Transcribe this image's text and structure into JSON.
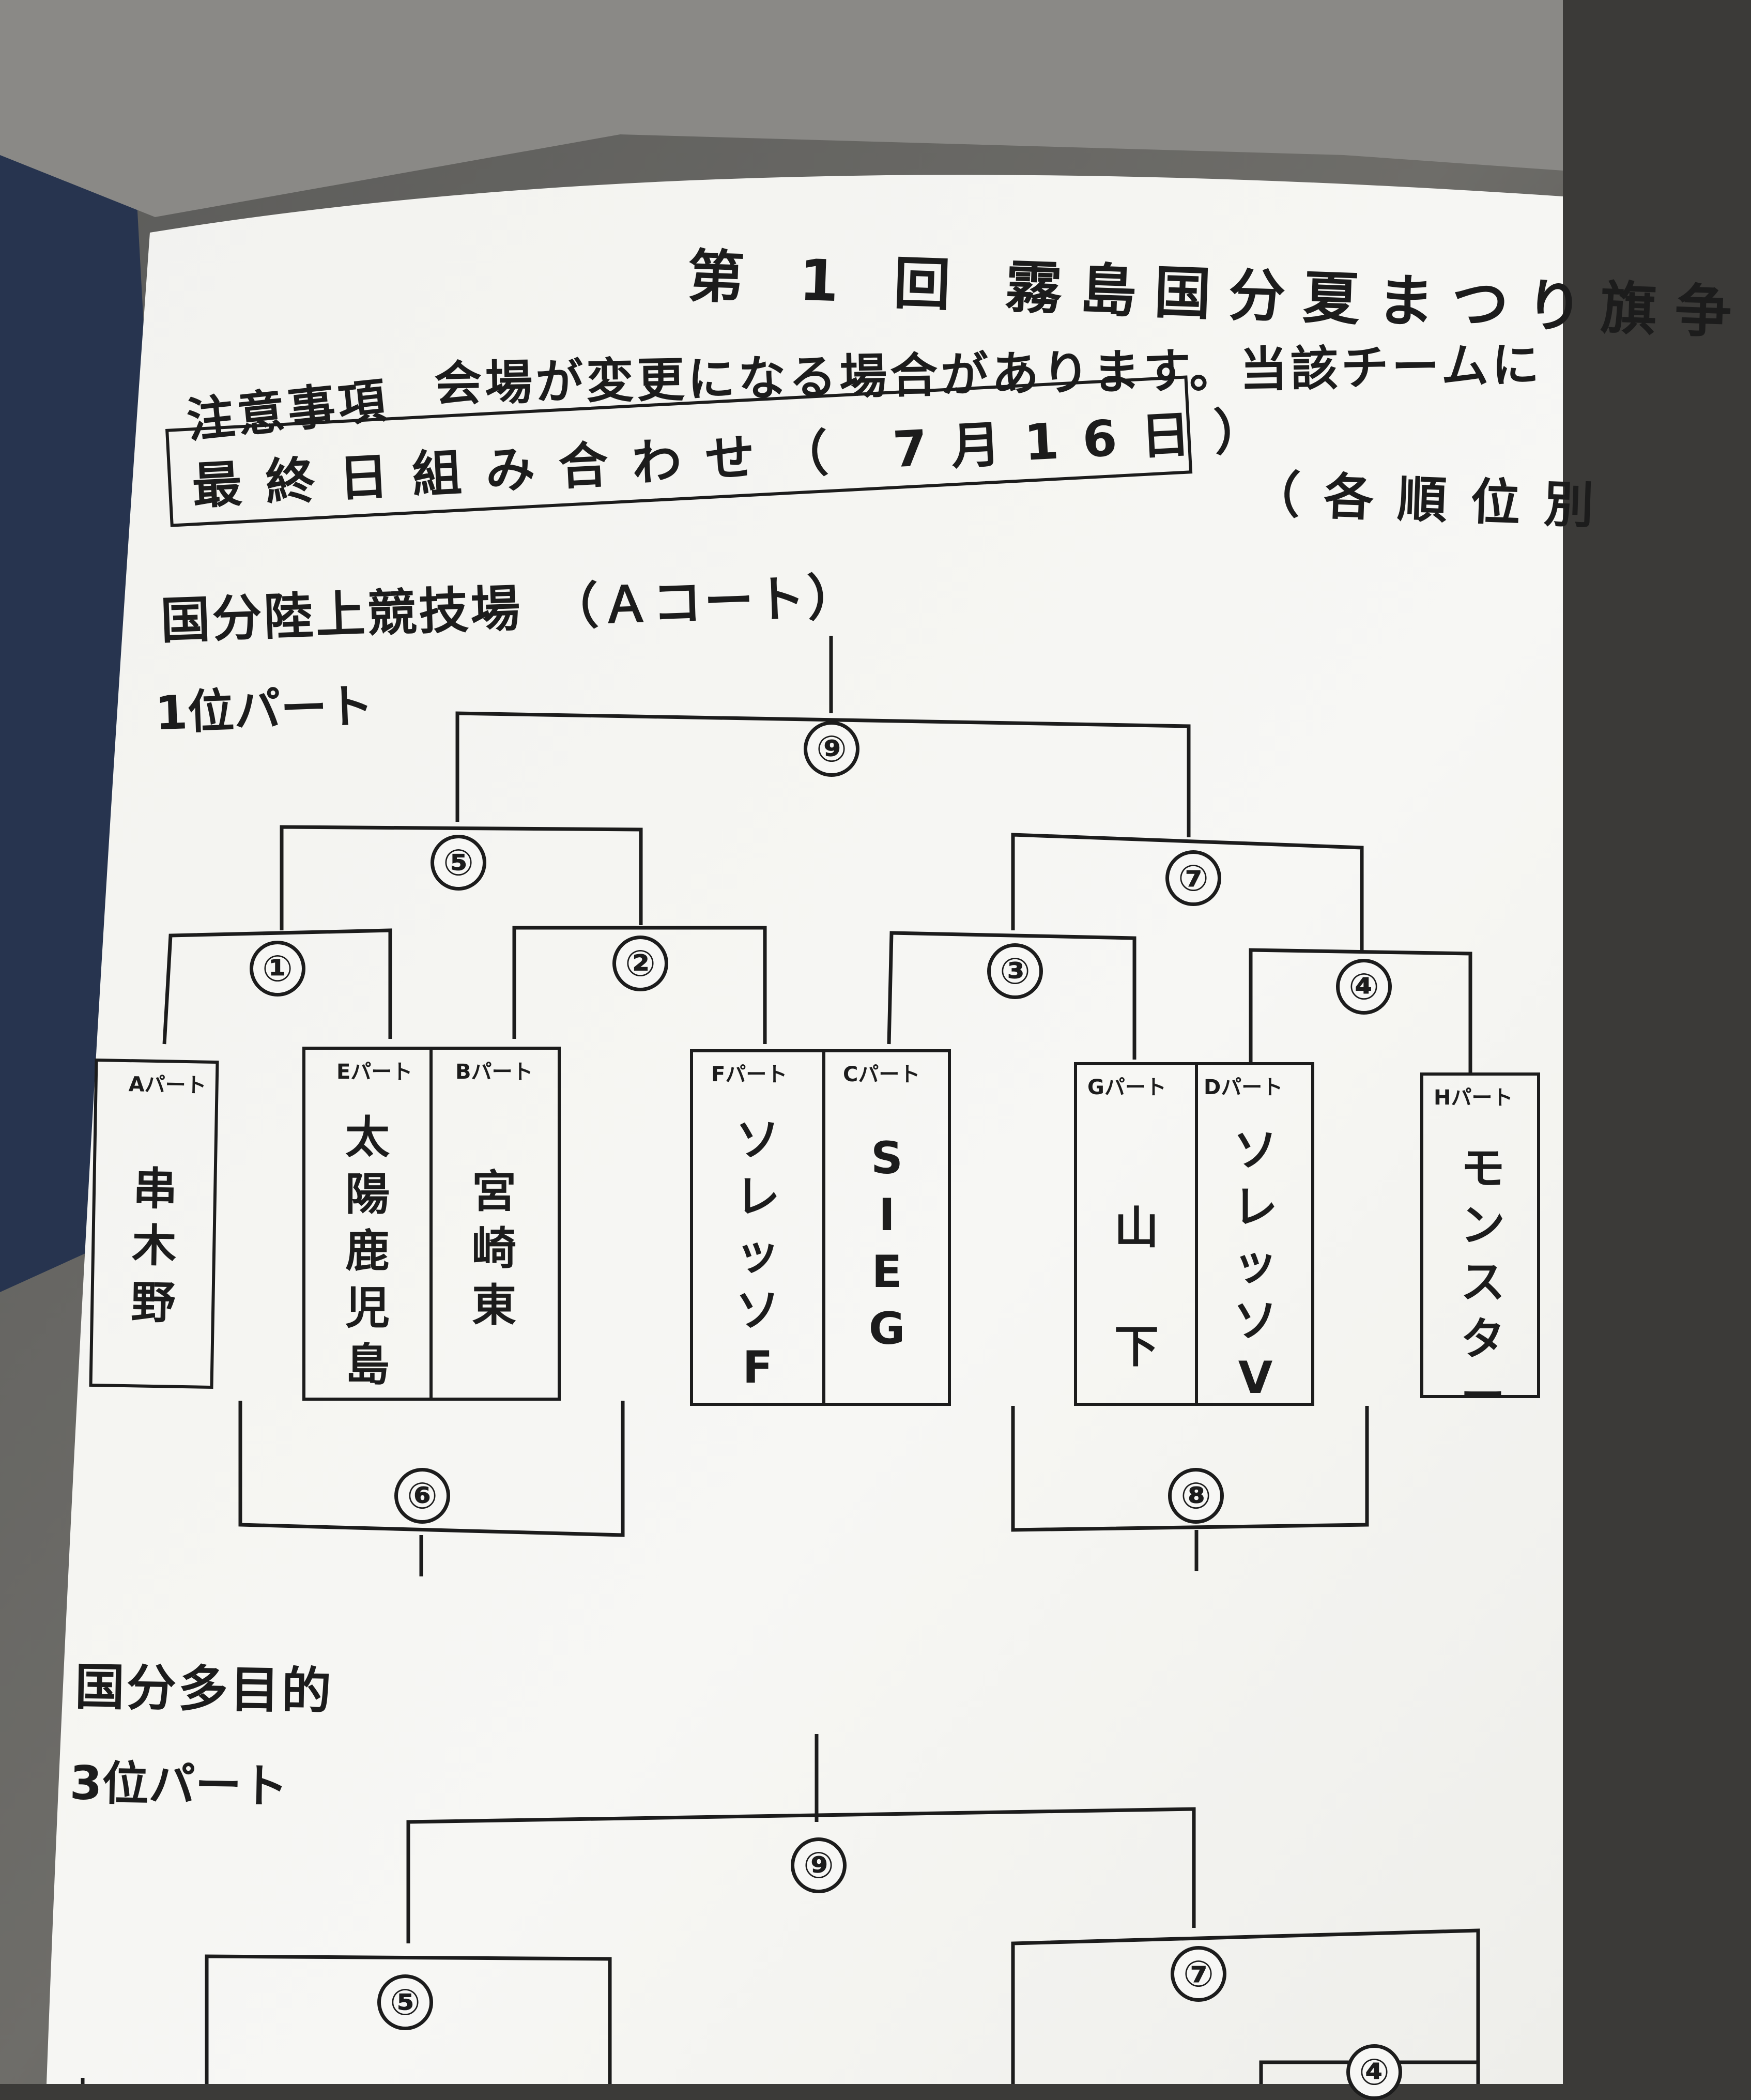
{
  "doc": {
    "title": "第 1 回 霧島国分夏まつり旗争",
    "notice_label": "注意事項",
    "notice_text": "会場が変更になる場合があります。当該チームに",
    "schedule_box": "最終日組み合わせ（ 7月16日）",
    "ranking_note": "（各順位別"
  },
  "section1": {
    "venue": "国分陸上競技場　（Ａコート）",
    "part": "1位パート",
    "matches": [
      "⑨",
      "⑤",
      "⑦",
      "①",
      "②",
      "③",
      "④",
      "⑥",
      "⑧"
    ],
    "teams": [
      {
        "part": "Aパート",
        "name": "串木野"
      },
      {
        "part": "Eパート",
        "name": "太陽鹿児島"
      },
      {
        "part": "Bパート",
        "name": "宮崎東"
      },
      {
        "part": "Fパート",
        "name": "ソレッソF"
      },
      {
        "part": "Cパート",
        "name": "SIEG"
      },
      {
        "part": "Gパート",
        "name": "山下"
      },
      {
        "part": "Dパート",
        "name": "ソレッソV"
      },
      {
        "part": "Hパート",
        "name": "モンスター"
      }
    ]
  },
  "section2": {
    "venue": "国分多目的",
    "part": "3位パート",
    "matches": [
      "⑨",
      "⑤",
      "⑦",
      "④"
    ]
  }
}
